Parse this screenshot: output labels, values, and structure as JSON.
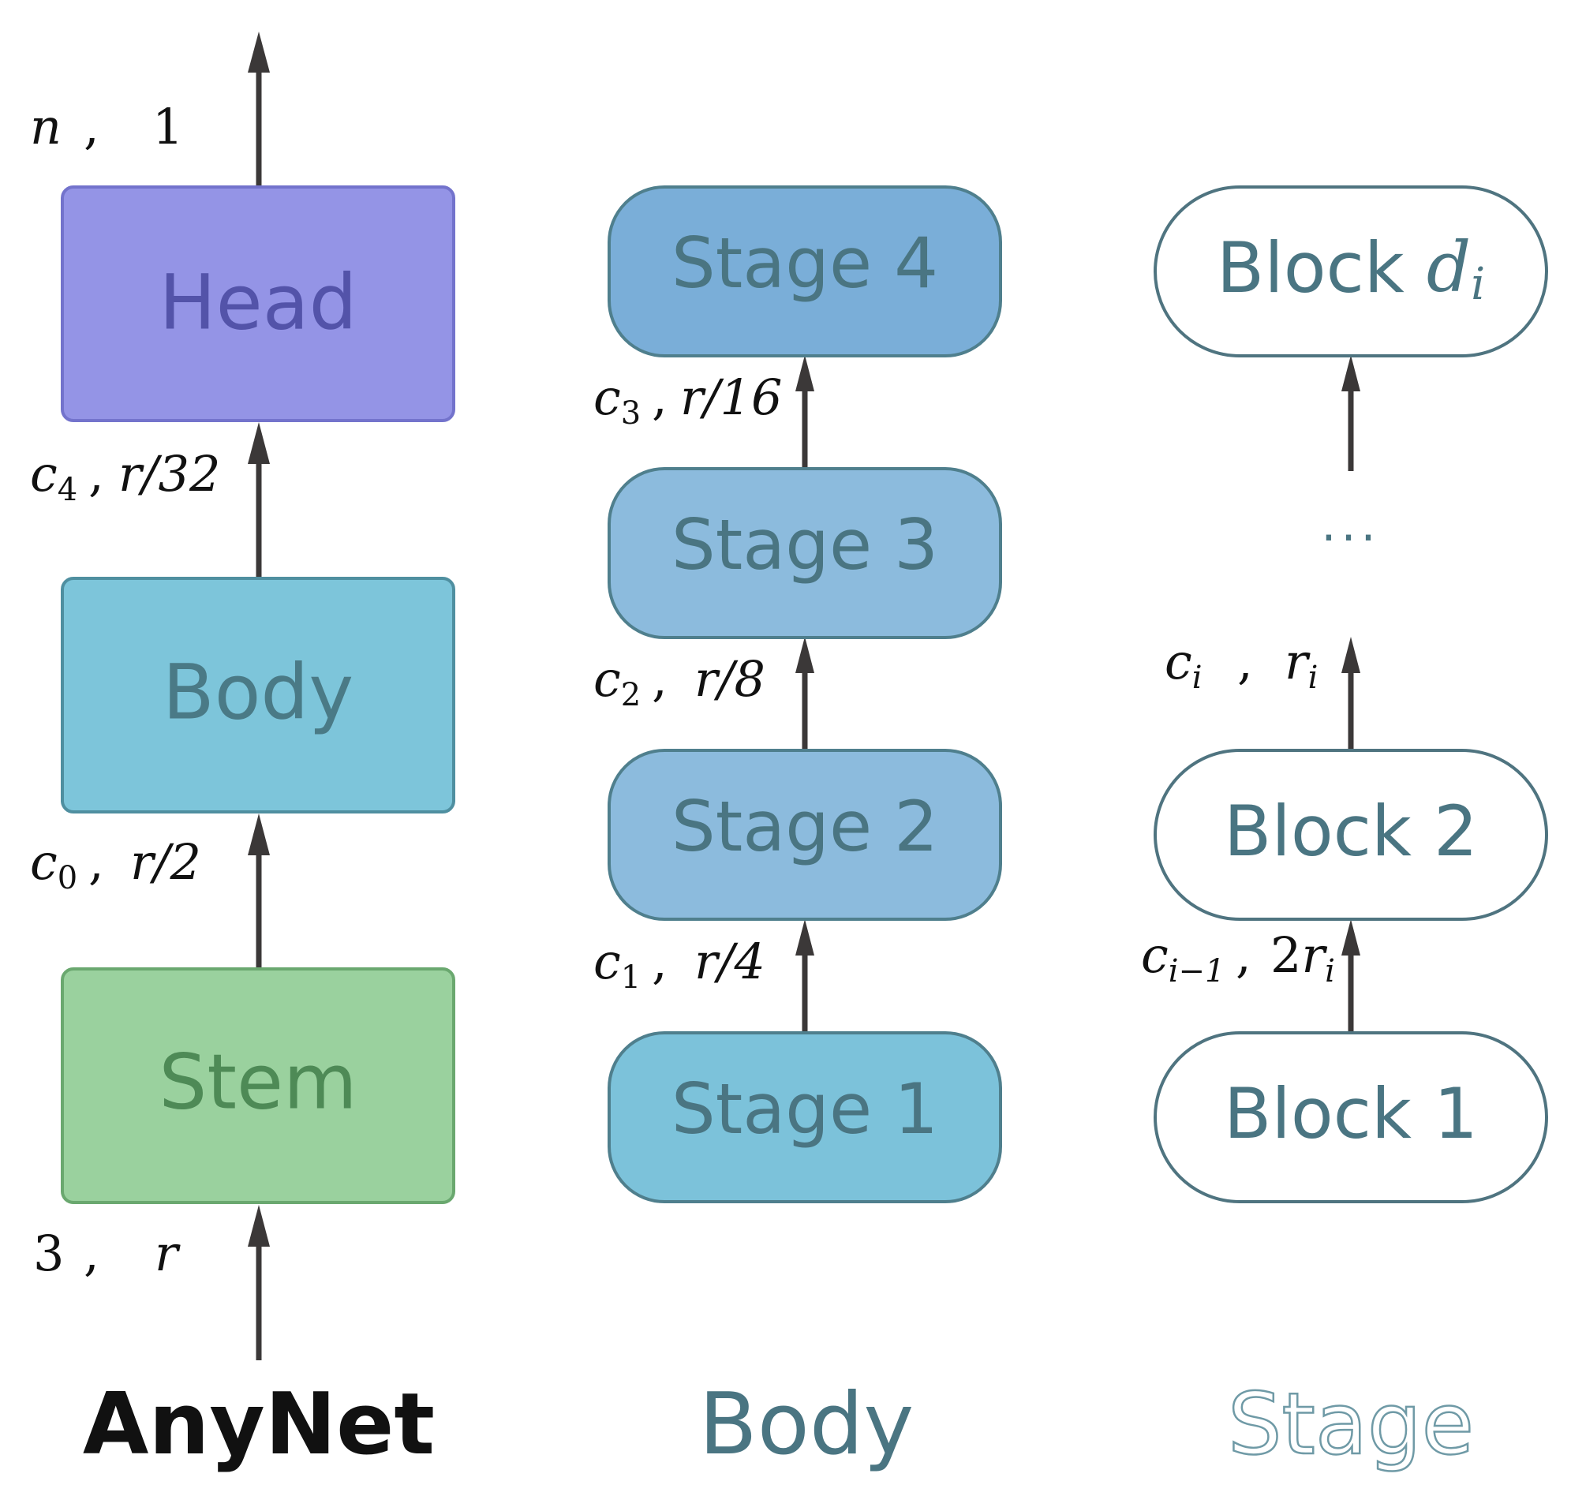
{
  "anynet": {
    "boxes": {
      "head": {
        "label": "Head",
        "fill": "#9494e6",
        "stroke": "#7373cc",
        "text_color": "#5353a9"
      },
      "body": {
        "label": "Body",
        "fill": "#7dc5da",
        "stroke": "#4f8fa0",
        "text_color": "#4a7a86"
      },
      "stem": {
        "label": "Stem",
        "fill": "#9ad19e",
        "stroke": "#6aa86f",
        "text_color": "#4e8a56"
      }
    },
    "labels": {
      "output": {
        "a": "n",
        "sep": ",",
        "b": "1"
      },
      "head_in": {
        "a": "c",
        "a_sub": "4",
        "sep": ",",
        "b": "r/32"
      },
      "body_in": {
        "a": "c",
        "a_sub": "0",
        "sep": ",",
        "b": "r/2"
      },
      "input": {
        "a": "3",
        "sep": ",",
        "b": "r"
      }
    },
    "caption": "AnyNet"
  },
  "body_col": {
    "stages": [
      {
        "label": "Stage 4",
        "fill": "#7aaed8"
      },
      {
        "label": "Stage 3",
        "fill": "#8cbbdd"
      },
      {
        "label": "Stage 2",
        "fill": "#8cbbdd"
      },
      {
        "label": "Stage 1",
        "fill": "#7cc2da"
      }
    ],
    "stroke": "#4f7f8d",
    "text_color": "#4a7582",
    "labels": {
      "s3_out": {
        "a": "c",
        "a_sub": "3",
        "sep": ",",
        "b": "r/16"
      },
      "s2_out": {
        "a": "c",
        "a_sub": "2",
        "sep": ",",
        "b": "r/8"
      },
      "s1_out": {
        "a": "c",
        "a_sub": "1",
        "sep": ",",
        "b": "r/4"
      }
    },
    "caption": "Body"
  },
  "stage_col": {
    "blocks": {
      "top": {
        "label": "Block ",
        "label_math": "d",
        "label_sub": "i"
      },
      "block2": {
        "label": "Block 2"
      },
      "block1": {
        "label": "Block 1"
      }
    },
    "stroke": "#4f7480",
    "text_color": "#4a7582",
    "ellipsis": "···",
    "labels": {
      "b2_out": {
        "a": "c",
        "a_sub": "i",
        "sep": ",",
        "b": "r",
        "b_sub": "i"
      },
      "b1_out": {
        "a": "c",
        "a_sub": "i−1",
        "sep": ",",
        "b_pre": "2",
        "b": "r",
        "b_sub": "i"
      }
    },
    "caption": "Stage"
  }
}
